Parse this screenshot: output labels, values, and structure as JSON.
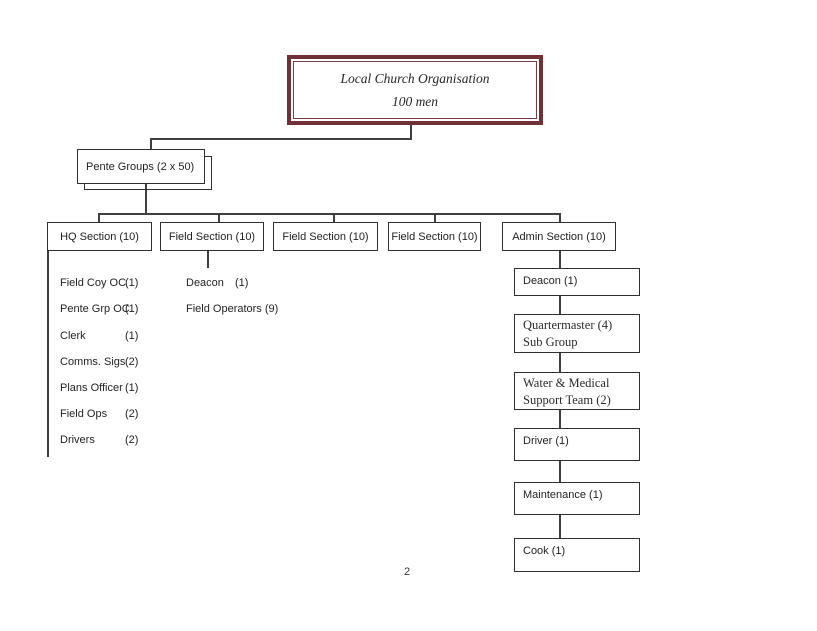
{
  "root": {
    "title": "Local Church Organisation",
    "subtitle": "100 men"
  },
  "pente": {
    "label": "Pente Groups  (2 x 50)"
  },
  "sections": [
    {
      "label": "HQ Section (10)"
    },
    {
      "label": "Field Section (10)"
    },
    {
      "label": "Field Section (10)"
    },
    {
      "label": "Field Section (10)"
    },
    {
      "label": "Admin Section (10)"
    }
  ],
  "hq_roles": [
    {
      "name": "Field Coy OC",
      "count": "(1)"
    },
    {
      "name": "Pente Grp OC",
      "count": "(1)"
    },
    {
      "name": "Clerk",
      "count": "(1)"
    },
    {
      "name": "Comms.  Sigs",
      "count": "(2)"
    },
    {
      "name": "Plans Officer",
      "count": "(1)"
    },
    {
      "name": "Field Ops",
      "count": "(2)"
    },
    {
      "name": "Drivers",
      "count": "(2)"
    }
  ],
  "field_roles": [
    {
      "name": "Deacon",
      "count": "(1)"
    },
    {
      "name": "Field  Operators (9)",
      "count": ""
    }
  ],
  "admin_chain": [
    {
      "line1": "Deacon (1)",
      "line2": ""
    },
    {
      "line1": "Quartermaster (4)",
      "line2": "Sub Group"
    },
    {
      "line1": "Water & Medical",
      "line2": "Support Team (2)"
    },
    {
      "line1": "Driver (1)",
      "line2": ""
    },
    {
      "line1": "Maintenance (1)",
      "line2": ""
    },
    {
      "line1": "Cook (1)",
      "line2": ""
    }
  ],
  "page": {
    "number": "2"
  },
  "colors": {
    "accent_maroon": "#713036",
    "line": "#3f3f3f"
  }
}
